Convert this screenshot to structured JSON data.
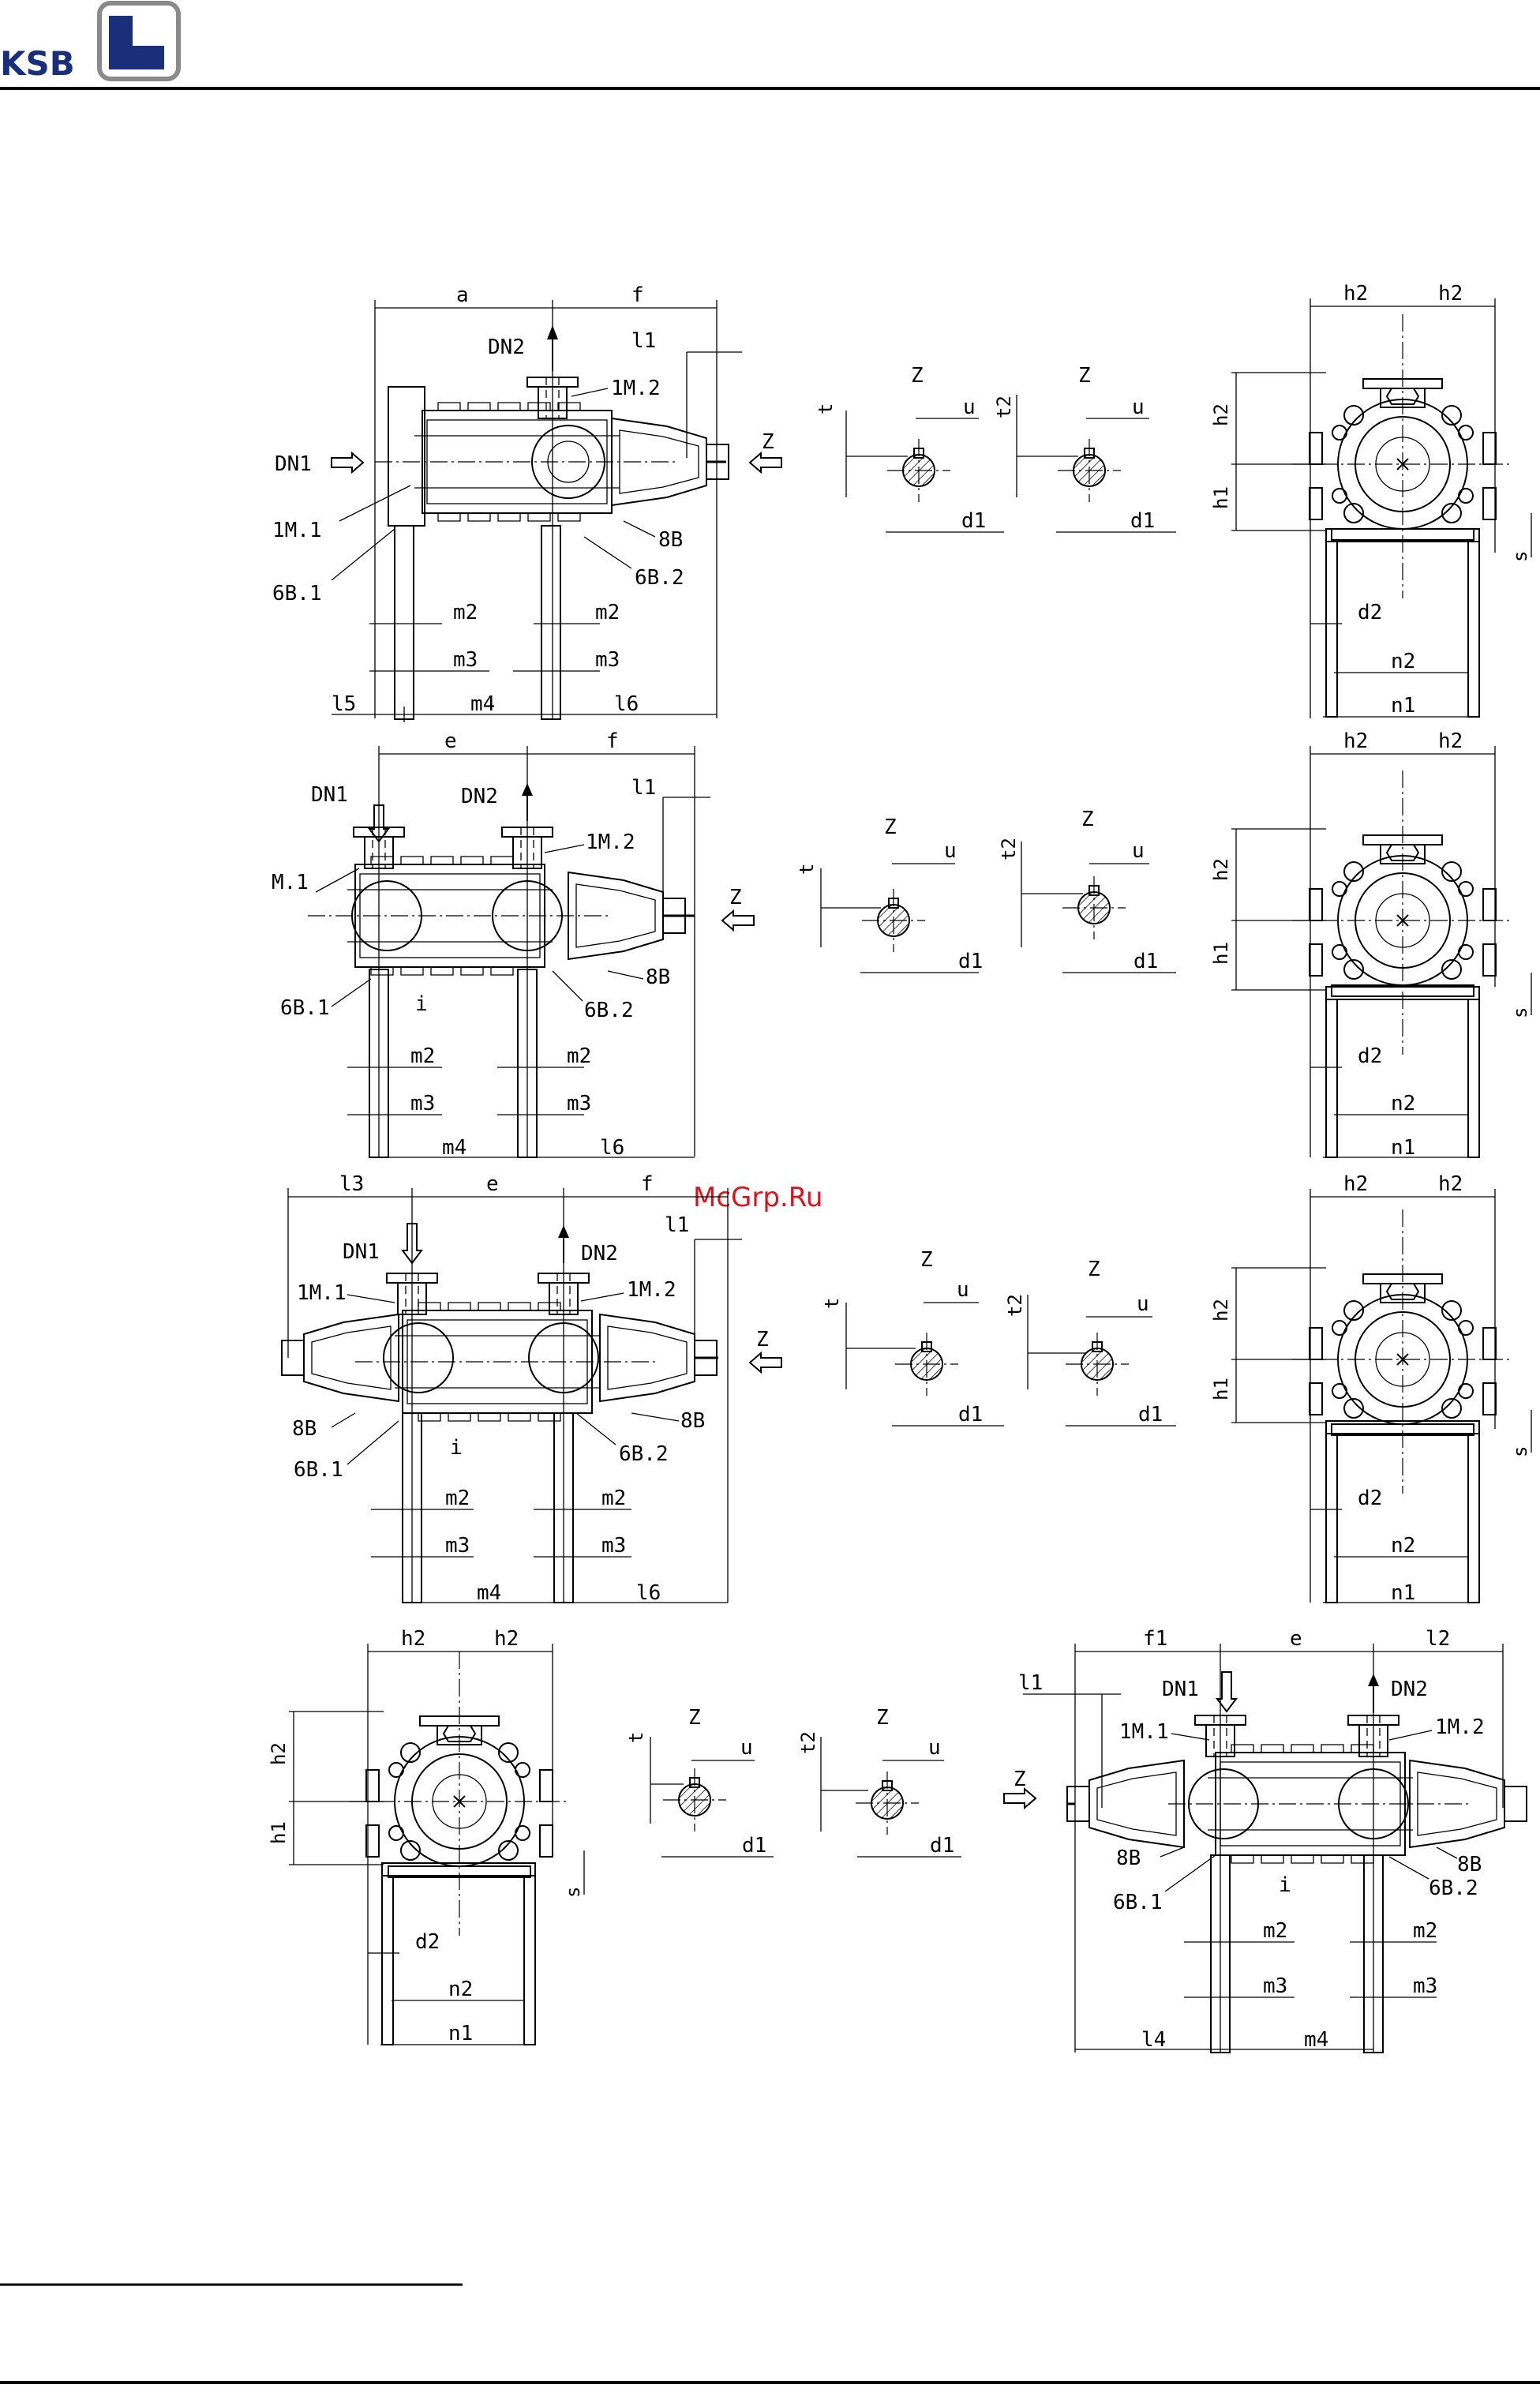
{
  "header": {
    "logo_text": "KSB",
    "brand_color": "#1a2f7a",
    "logo_mark_color": "#1a2f7a"
  },
  "watermark": {
    "text": "McGrp.Ru",
    "color": "#d8141c"
  },
  "views": {
    "v1": {
      "top_dims": [
        "a",
        "f"
      ],
      "nozzle_labels": [
        "DN2",
        "DN1",
        "l1",
        "Z"
      ],
      "callouts": [
        "1M.2",
        "1M.1",
        "6B.1",
        "8B",
        "6B.2"
      ],
      "foot_dims": [
        "m2",
        "m2",
        "m3",
        "m3"
      ],
      "bottom_dims": [
        "l5",
        "m4",
        "l6"
      ]
    },
    "v2": {
      "top_dims": [
        "e",
        "f"
      ],
      "nozzle_labels": [
        "DN1",
        "DN2",
        "l1",
        "Z"
      ],
      "callouts": [
        "1M.2",
        "M.1",
        "8B",
        "6B.1",
        "6B.2"
      ],
      "foot_dims": [
        "i",
        "m2",
        "m2",
        "m3",
        "m3"
      ],
      "bottom_dims": [
        "m4",
        "l6"
      ]
    },
    "v3": {
      "top_dims": [
        "l3",
        "e",
        "f"
      ],
      "nozzle_labels": [
        "DN1",
        "DN2",
        "l1",
        "Z"
      ],
      "callouts": [
        "1M.1",
        "1M.2",
        "8B",
        "8B",
        "6B.1",
        "6B.2"
      ],
      "foot_dims": [
        "i",
        "m2",
        "m2",
        "m3",
        "m3"
      ],
      "bottom_dims": [
        "m4",
        "l6"
      ]
    },
    "v4": {
      "top_dims": [
        "f1",
        "e",
        "l2"
      ],
      "nozzle_labels": [
        "l1",
        "DN1",
        "DN2",
        "Z"
      ],
      "callouts": [
        "1M.1",
        "1M.2",
        "8B",
        "8B",
        "6B.1",
        "6B.2"
      ],
      "foot_dims": [
        "i",
        "m2",
        "m2",
        "m3",
        "m3"
      ],
      "bottom_dims": [
        "l4",
        "m4"
      ]
    },
    "end_view": {
      "top_dims": [
        "h2",
        "h2"
      ],
      "side_dims": [
        "h2",
        "h1"
      ],
      "right_dim": "s",
      "foot_dims": [
        "d2",
        "n2",
        "n1"
      ]
    },
    "shaft_key": {
      "z_label": "Z",
      "u_label": "u",
      "d_label": "d1",
      "t_label": "t",
      "t2_label": "t2"
    }
  }
}
